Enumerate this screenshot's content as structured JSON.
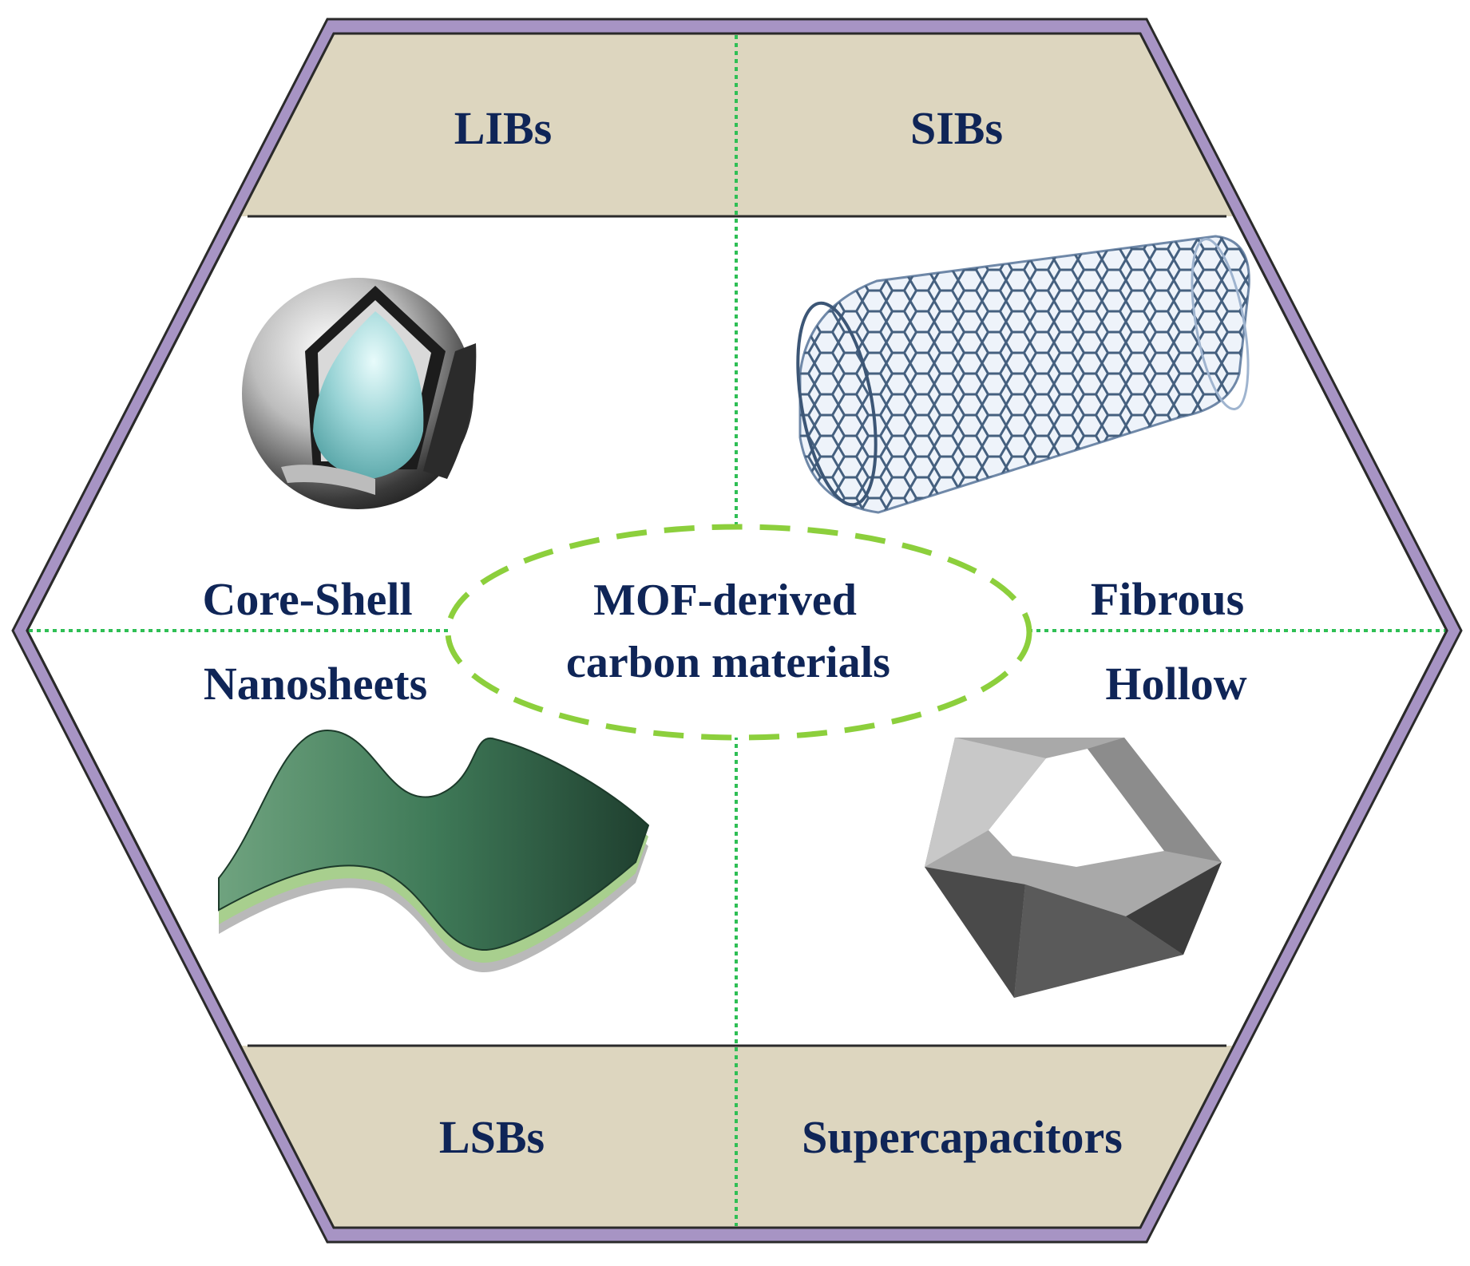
{
  "colors": {
    "hex_border": "#a794c4",
    "band_fill": "#ddd6bf",
    "divider": "#2fbf55",
    "ellipse": "#8ccf3c",
    "text": "#0f2557"
  },
  "center": {
    "line1": "MOF-derived",
    "line2": "carbon materials"
  },
  "applications": {
    "top_left": "LIBs",
    "top_right": "SIBs",
    "bottom_left": "LSBs",
    "bottom_right": "Supercapacitors"
  },
  "morphologies": {
    "core_shell": "Core-Shell",
    "fibrous": "Fibrous",
    "nanosheets": "Nanosheets",
    "hollow": "Hollow"
  },
  "illustrations": {
    "core_shell": "core-shell-sphere-icon",
    "fibrous": "carbon-nanotube-icon",
    "nanosheets": "nanosheet-icon",
    "hollow": "hollow-polyhedron-icon"
  }
}
